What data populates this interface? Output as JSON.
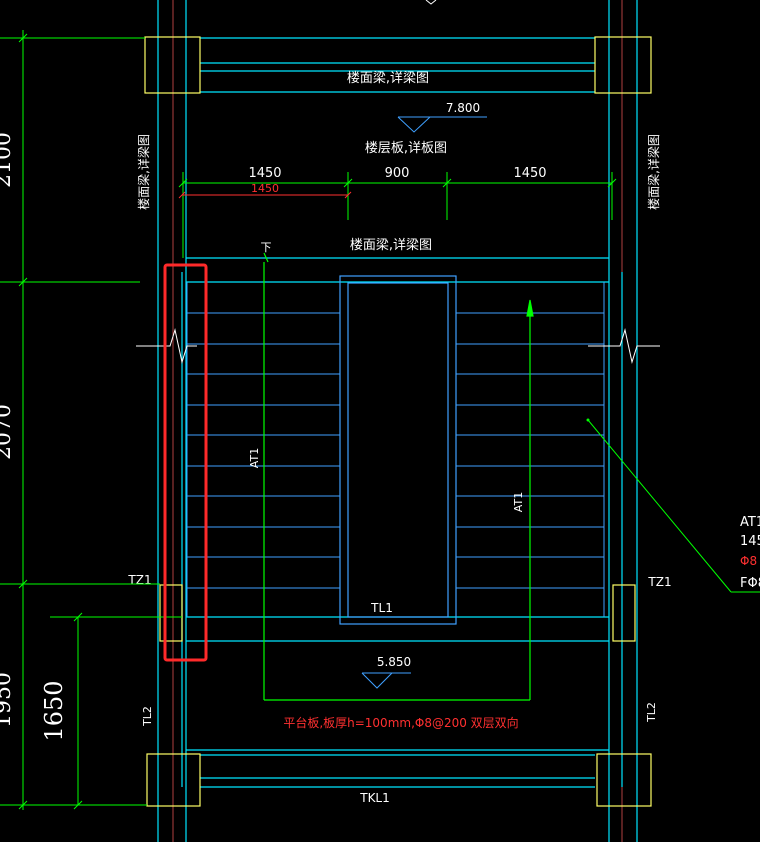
{
  "labels": {
    "beam_top": "楼面梁,详梁图",
    "beam_mid": "楼面梁,详梁图",
    "beam_left_vertical": "楼面梁,详梁图",
    "beam_right_vertical": "楼面梁,详梁图",
    "slab_note": "楼层板,详板图",
    "floor_elev": "7.800",
    "landing_elev": "5.850",
    "dim_1450_left": "1450",
    "dim_1450_red": "1450",
    "dim_900": "900",
    "dim_1450_right": "1450",
    "dim_1650": "1650",
    "left_dim_top": "2100",
    "left_dim_mid": "2070",
    "left_dim_bot": "1950",
    "down_mark": "下",
    "at1_left": "AT1",
    "at1_right": "AT1",
    "tz1_left": "TZ1",
    "tz1_right": "TZ1",
    "tl1": "TL1",
    "tl2_left": "TL2",
    "tl2_right": "TL2",
    "tkl1": "TKL1",
    "platform_note": "平台板,板厚h=100mm,Φ8@200 双层双向",
    "leader_line1": "AT1",
    "leader_line2": "145",
    "leader_line3": "Φ8",
    "leader_line4": "FΦ8"
  },
  "colors": {
    "background": "#000000",
    "wall": "#00ffff",
    "stair": "#3fa0ff",
    "dimension": "#00ff00",
    "red_dim": "#ff3030",
    "column": "#ffff66",
    "text": "#ffffff",
    "highlight": "#ff2a2a",
    "grid": "#ff5050"
  }
}
